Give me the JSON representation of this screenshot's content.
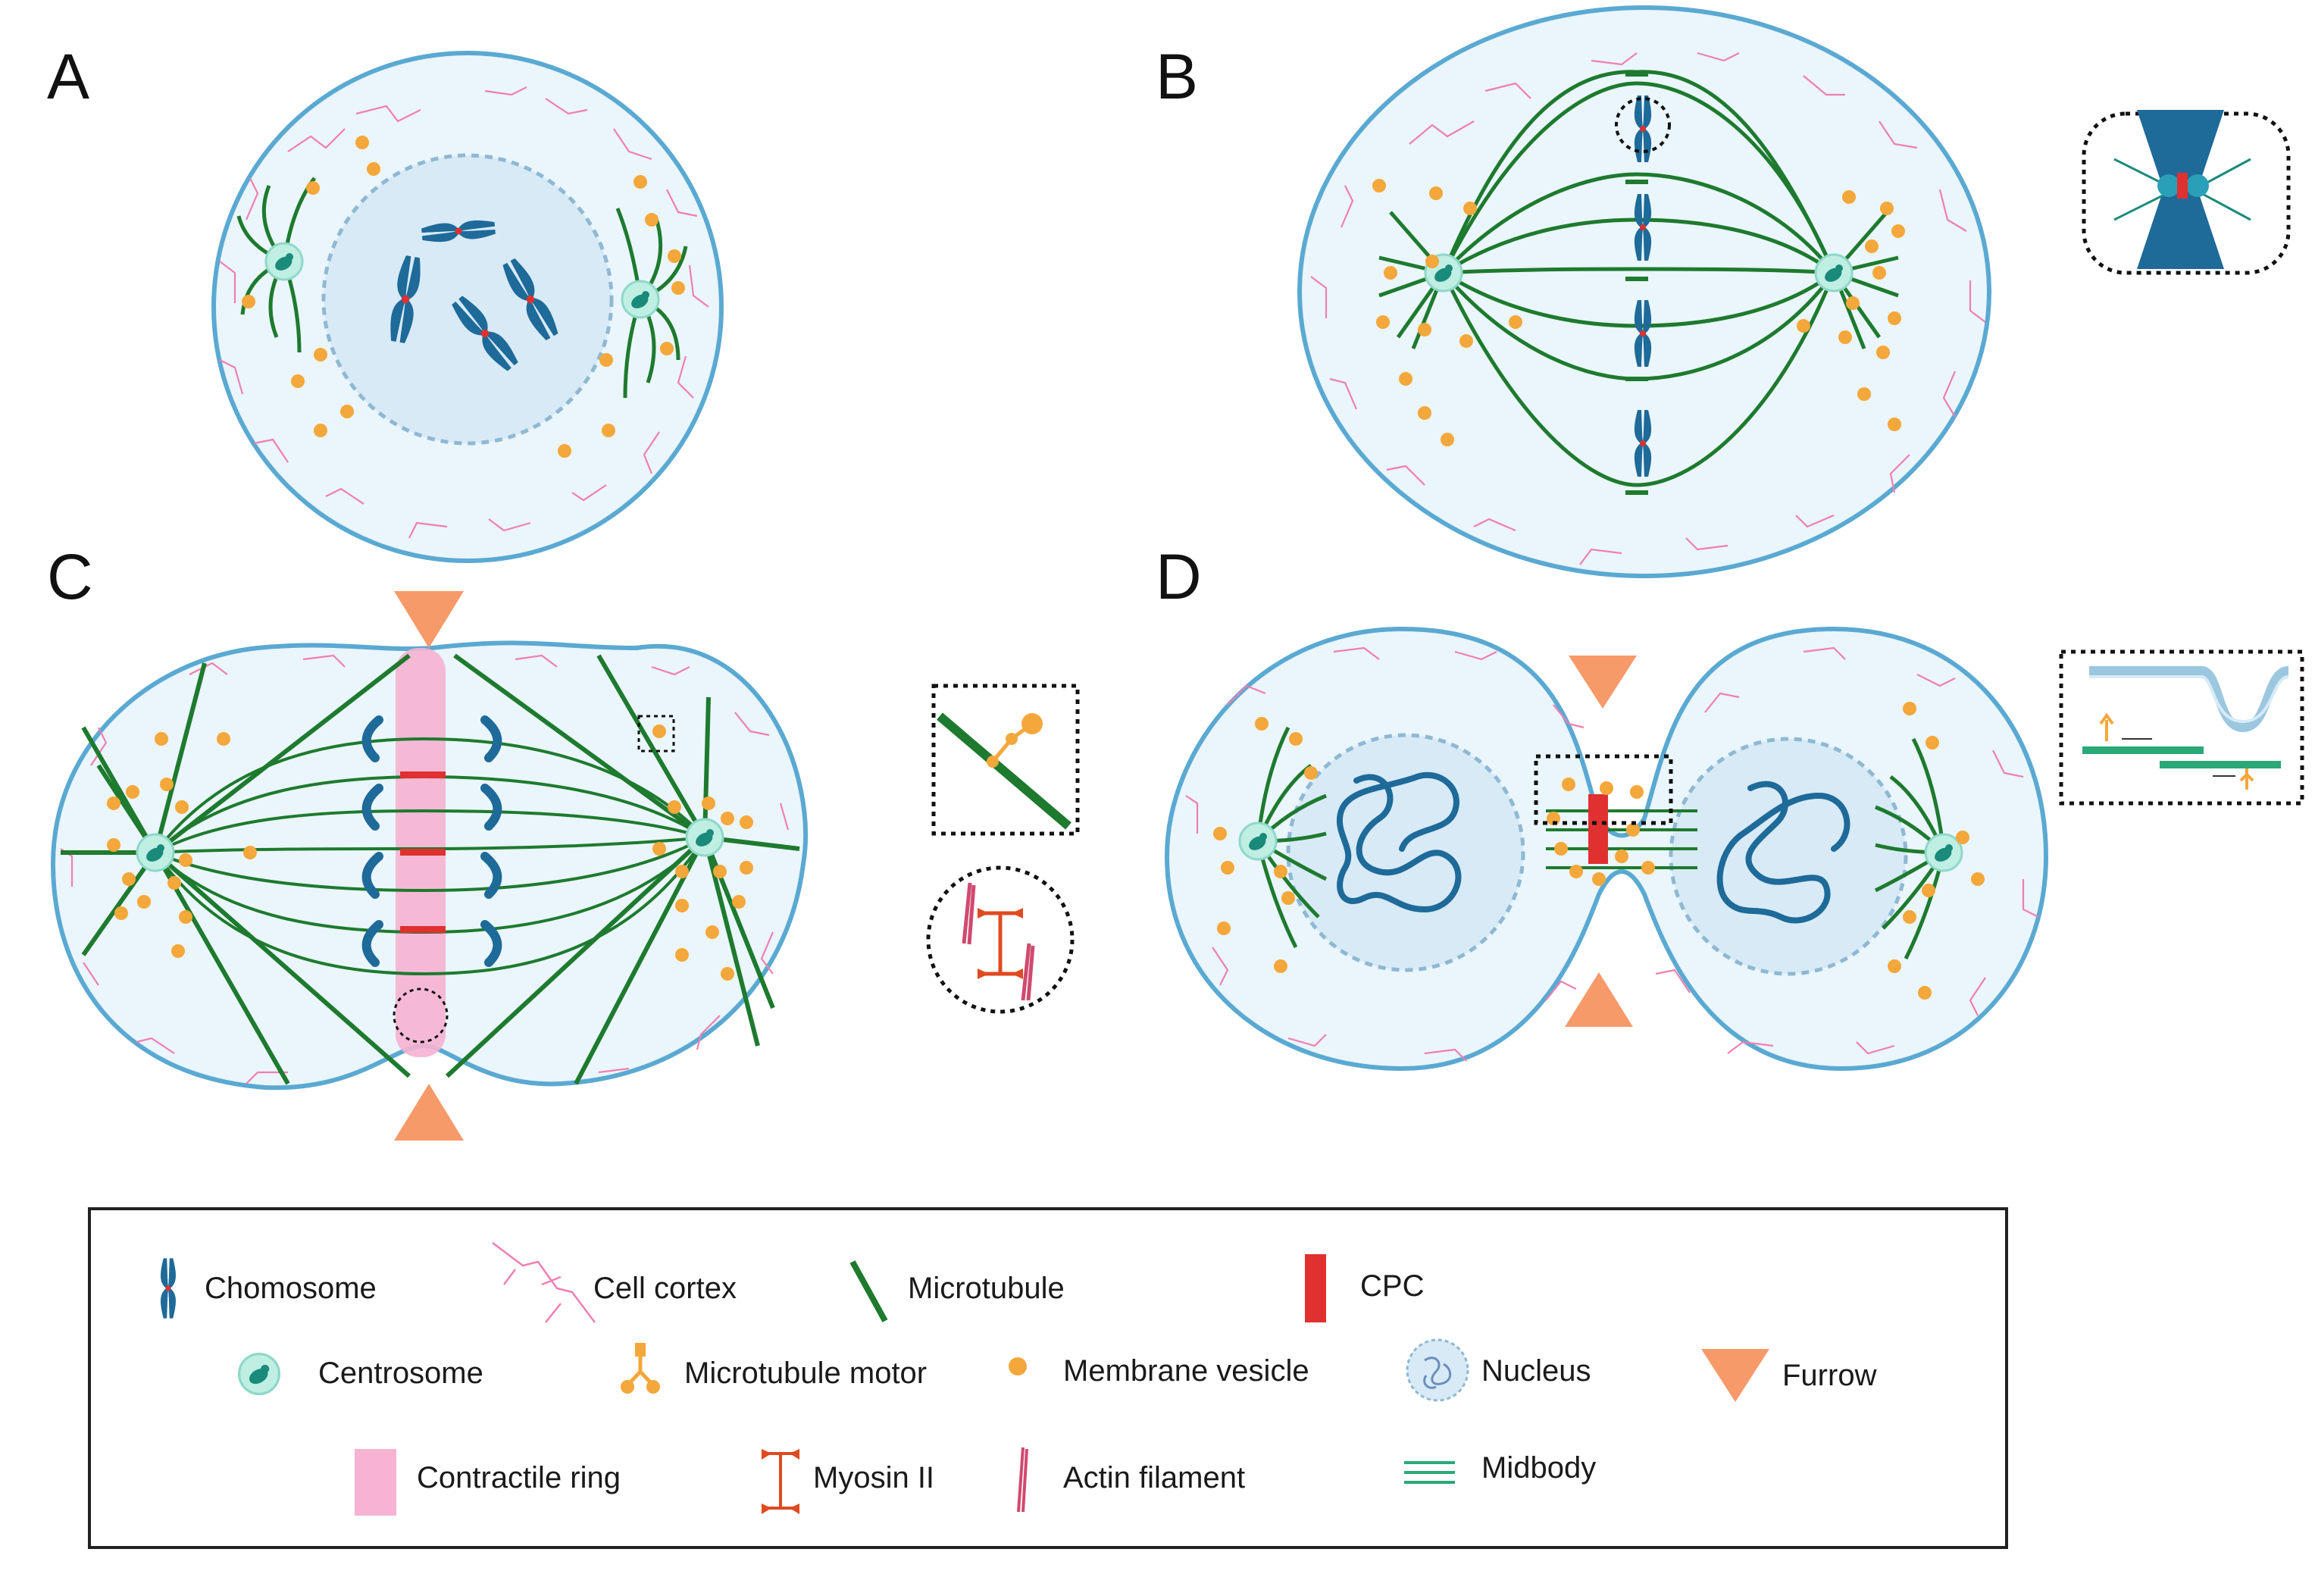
{
  "panels": {
    "a": "A",
    "b": "B",
    "c": "C",
    "d": "D"
  },
  "legend": {
    "chromosome": "Chomosome",
    "cell_cortex": "Cell cortex",
    "microtubule": "Microtubule",
    "cpc": "CPC",
    "centrosome": "Centrosome",
    "microtubule_motor": "Microtubule motor",
    "membrane_vesicle": "Membrane vesicle",
    "nucleus": "Nucleus",
    "furrow": "Furrow",
    "contractile_ring": "Contractile ring",
    "myosin_ii": "Myosin II",
    "actin_filament": "Actin filament",
    "midbody": "Midbody"
  },
  "colors": {
    "cell_outline": "#5aa9d2",
    "cytoplasm": "#eaf5fc",
    "nucleus_fill": "#d7eaf6",
    "chromosome": "#1e6a99",
    "cortex": "#f07fb0",
    "microtubule": "#1e7a2e",
    "vesicle": "#f4a73a",
    "centrosome": "#8fd8c8",
    "cpc": "#e03030",
    "furrow": "#f79a6a",
    "contractile_ring": "#f6b3d2",
    "midbody": "#2aa878"
  }
}
